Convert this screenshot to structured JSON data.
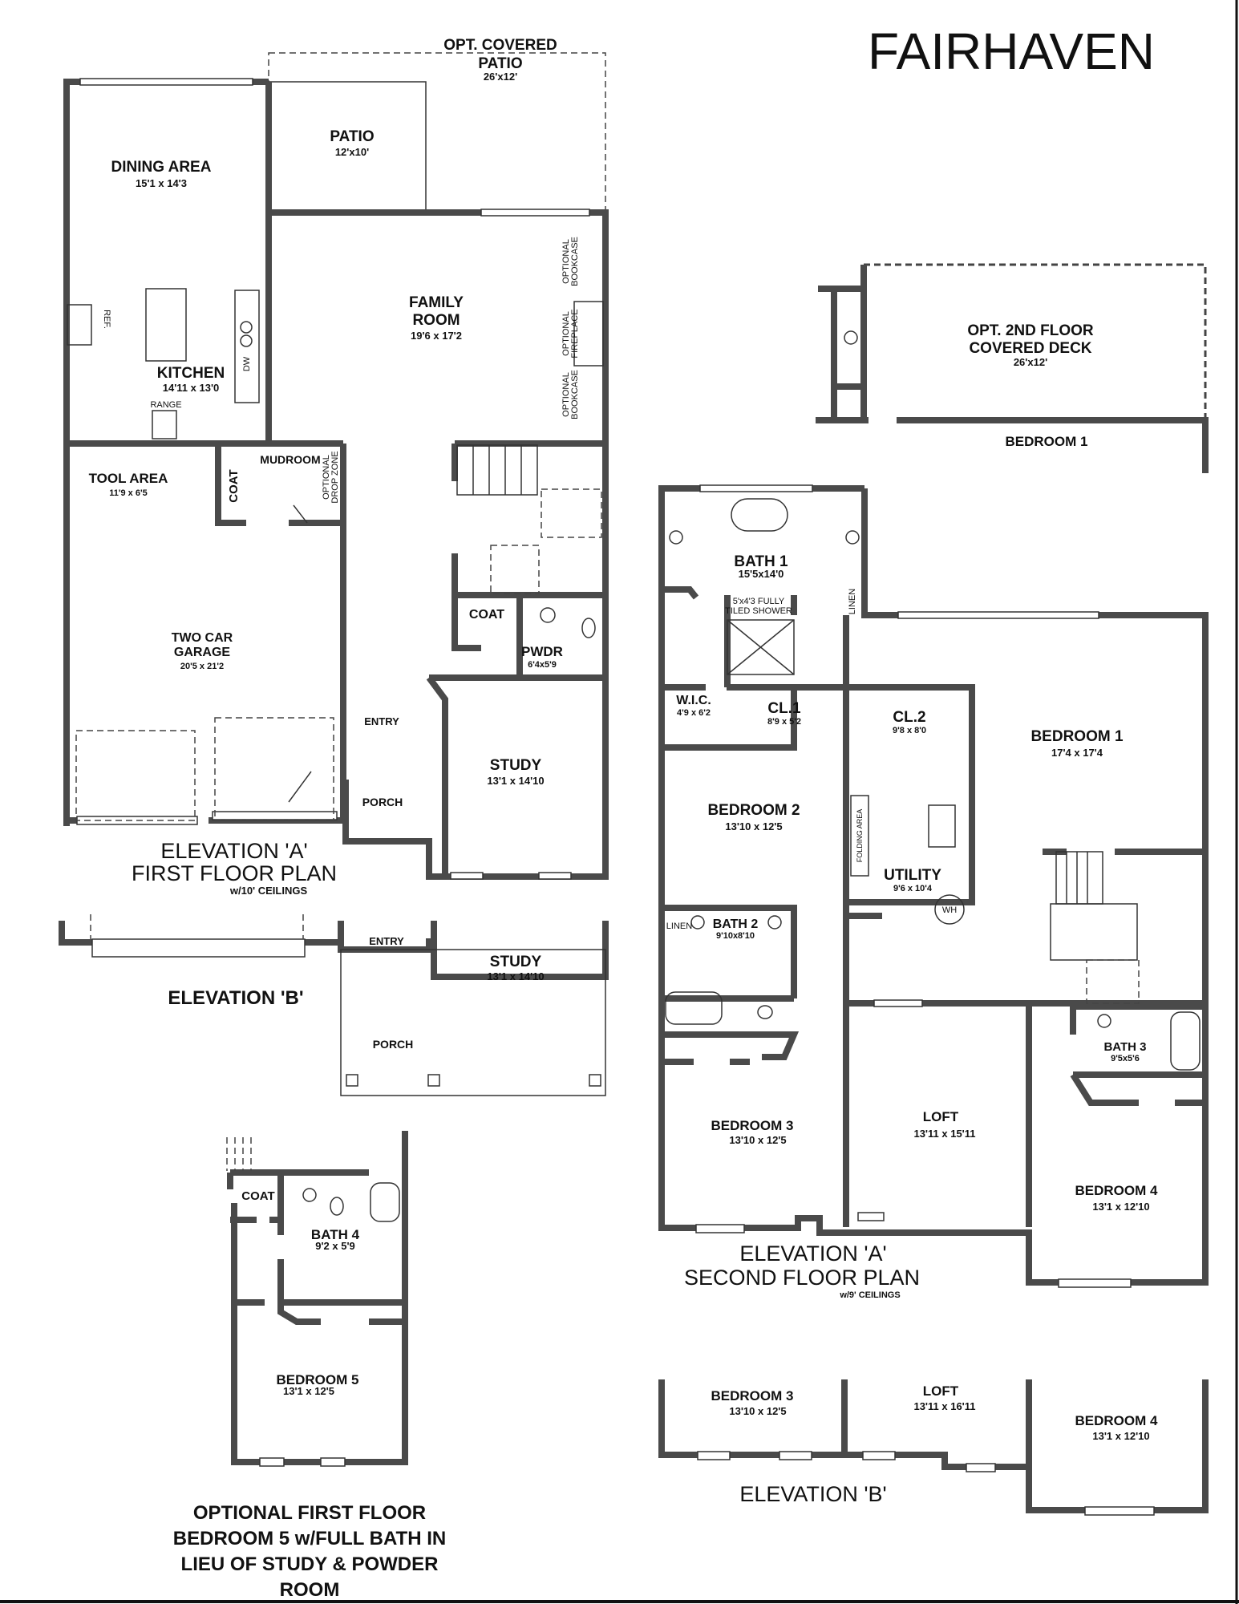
{
  "title": "FAIRHAVEN",
  "first_floor": {
    "caption": [
      "ELEVATION 'A'",
      "FIRST FLOOR PLAN"
    ],
    "ceilings": "w/10' CEILINGS",
    "rooms": {
      "opt_patio": {
        "name": [
          "OPT. COVERED",
          "PATIO"
        ],
        "dim": "26'x12'"
      },
      "patio": {
        "name": "PATIO",
        "dim": "12'x10'"
      },
      "dining": {
        "name": "DINING AREA",
        "dim": "15'1 x 14'3"
      },
      "family": {
        "name": [
          "FAMILY",
          "ROOM"
        ],
        "dim": "19'6 x 17'2"
      },
      "kitchen": {
        "name": "KITCHEN",
        "dim": "14'11 x 13'0"
      },
      "tool": {
        "name": "TOOL AREA",
        "dim": "11'9 x 6'5"
      },
      "garage": {
        "name": [
          "TWO CAR",
          "GARAGE"
        ],
        "dim": "20'5 x 21'2"
      },
      "mudroom": {
        "name": "MUDROOM"
      },
      "coat1": {
        "name": "COAT"
      },
      "coat2": {
        "name": "COAT"
      },
      "pwdr": {
        "name": "PWDR",
        "dim": "6'4x5'9"
      },
      "entry": {
        "name": "ENTRY"
      },
      "study": {
        "name": "STUDY",
        "dim": "13'1 x 14'10"
      },
      "porch": {
        "name": "PORCH"
      }
    },
    "fixtures": {
      "range": "RANGE",
      "ref": "REF.",
      "dw": "DW",
      "bookcase": [
        "OPTIONAL",
        "BOOKCASE"
      ],
      "fireplace": [
        "OPTIONAL",
        "FIREPLACE"
      ],
      "drop_zone": [
        "OPTIONAL",
        "DROP ZONE"
      ]
    }
  },
  "first_floor_b": {
    "caption": "ELEVATION 'B'",
    "entry": "ENTRY",
    "study": {
      "name": "STUDY",
      "dim": "13'1 x 14'10"
    },
    "porch": "PORCH"
  },
  "optional_bedroom5": {
    "coat": "COAT",
    "bath4": {
      "name": "BATH 4",
      "dim": "9'2 x 5'9"
    },
    "bedroom5": {
      "name": "BEDROOM 5",
      "dim": "13'1 x 12'5"
    },
    "caption": [
      "OPTIONAL FIRST FLOOR",
      "BEDROOM 5 w/FULL BATH IN",
      "LIEU OF STUDY & POWDER",
      "ROOM"
    ]
  },
  "deck": {
    "name": [
      "OPT. 2ND FLOOR",
      "COVERED DECK"
    ],
    "dim": "26'x12'",
    "bedroom": "BEDROOM 1"
  },
  "second_floor": {
    "caption": [
      "ELEVATION 'A'",
      "SECOND FLOOR PLAN"
    ],
    "ceilings": "w/9' CEILINGS",
    "rooms": {
      "bath1": {
        "name": "BATH 1",
        "dim": "15'5x14'0"
      },
      "shower": [
        "5'x4'3 FULLY",
        "TILED SHOWER"
      ],
      "linen1": "LINEN",
      "wic": {
        "name": "W.I.C.",
        "dim": "4'9 x 6'2"
      },
      "cl1": {
        "name": "CL.1",
        "dim": "8'9 x 5'2"
      },
      "cl2": {
        "name": "CL.2",
        "dim": "9'8 x 8'0"
      },
      "bedroom1": {
        "name": "BEDROOM 1",
        "dim": "17'4 x 17'4"
      },
      "bedroom2": {
        "name": "BEDROOM 2",
        "dim": "13'10 x 12'5"
      },
      "utility": {
        "name": "UTILITY",
        "dim": "9'6 x 10'4"
      },
      "folding": "FOLDING AREA",
      "wh": "WH",
      "linen2": "LINEN",
      "bath2": {
        "name": "BATH 2",
        "dim": "9'10x8'10"
      },
      "bath3": {
        "name": "BATH 3",
        "dim": "9'5x5'6"
      },
      "bedroom3": {
        "name": "BEDROOM 3",
        "dim": "13'10 x 12'5"
      },
      "loft": {
        "name": "LOFT",
        "dim": "13'11 x 15'11"
      },
      "bedroom4": {
        "name": "BEDROOM 4",
        "dim": "13'1 x 12'10"
      }
    }
  },
  "second_floor_b": {
    "caption": "ELEVATION 'B'",
    "bedroom3": {
      "name": "BEDROOM 3",
      "dim": "13'10 x 12'5"
    },
    "loft": {
      "name": "LOFT",
      "dim": "13'11 x 16'11"
    },
    "bedroom4": {
      "name": "BEDROOM 4",
      "dim": "13'1 x 12'10"
    }
  }
}
